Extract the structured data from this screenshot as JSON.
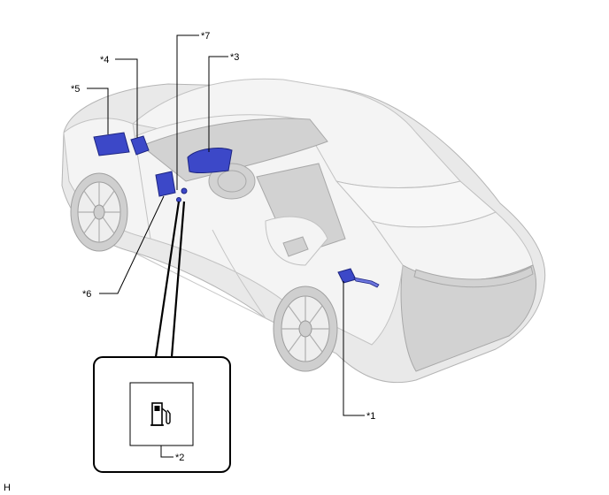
{
  "callouts": {
    "c1": "*1",
    "c2": "*2",
    "c3": "*3",
    "c4": "*4",
    "c5": "*5",
    "c6": "*6",
    "c7": "*7"
  },
  "footer_code": "H",
  "icons": {
    "inset_symbol": "fuel-pump-icon"
  },
  "colors": {
    "highlighted_parts": "#3c48c8",
    "vehicle_body": "#e9e9e9",
    "leader_lines": "#000000"
  }
}
